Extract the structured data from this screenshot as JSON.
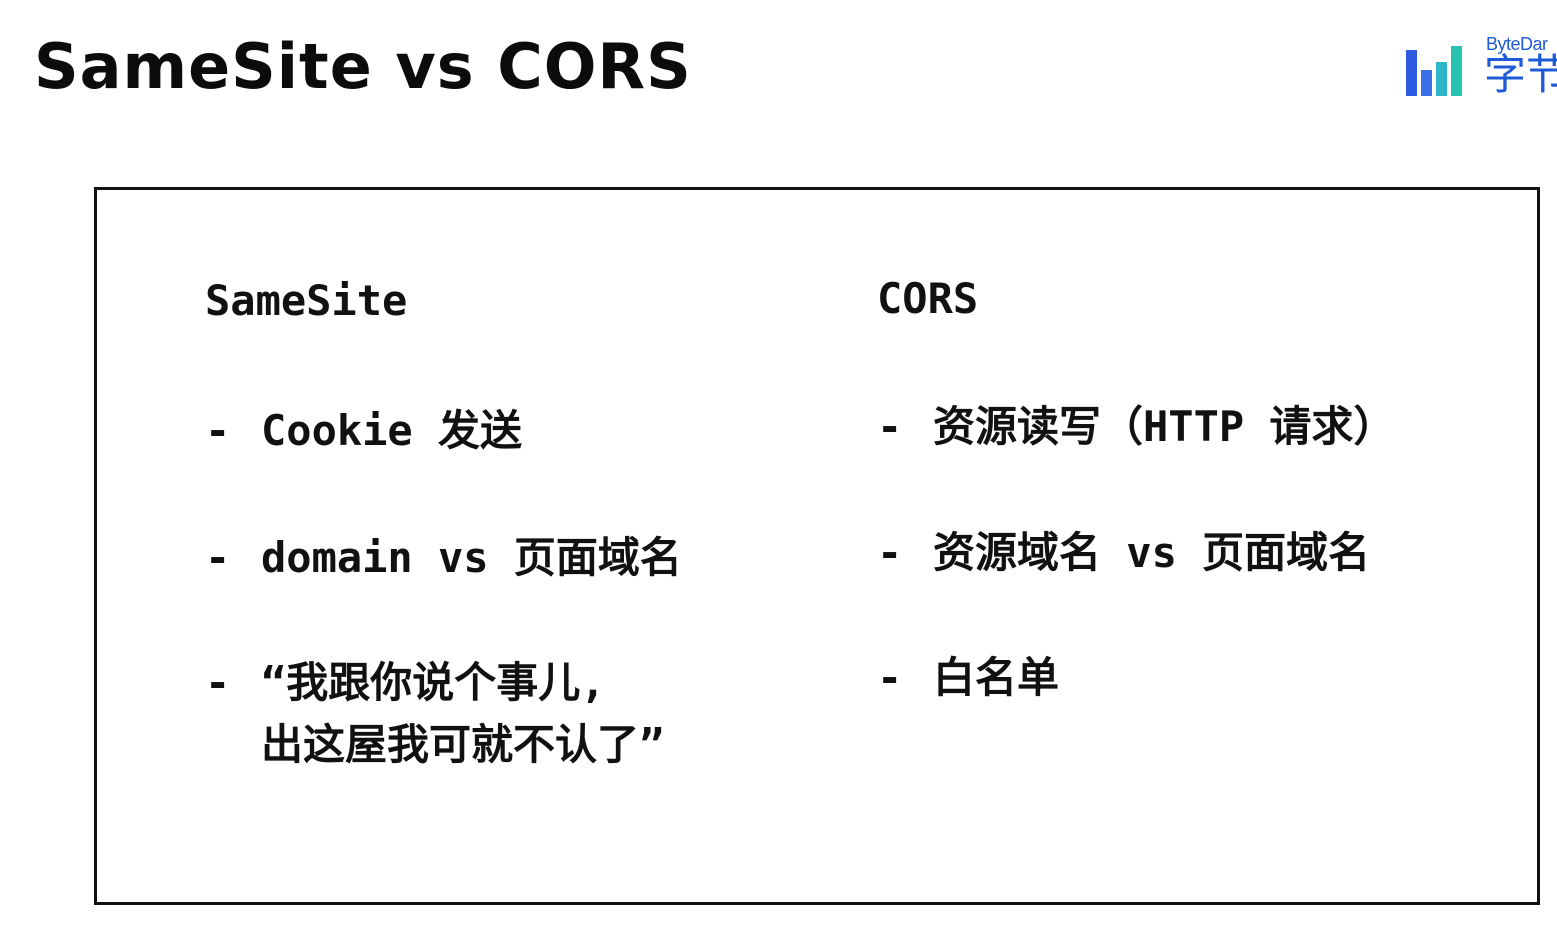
{
  "slide": {
    "title": "SameSite vs CORS"
  },
  "logo": {
    "name_en": "ByteDar",
    "name_cn": "字节",
    "colors": [
      "#2f5be0",
      "#3d6fe6",
      "#2fb6c9",
      "#27c2b0"
    ]
  },
  "comparison": {
    "bullet_marker": "-",
    "left": {
      "heading": "SameSite",
      "items": [
        "Cookie 发送",
        "domain vs 页面域名",
        "“我跟你说个事儿,\n出这屋我可就不认了”"
      ]
    },
    "right": {
      "heading": "CORS",
      "items": [
        "资源读写（HTTP 请求）",
        "资源域名 vs 页面域名",
        "白名单"
      ]
    }
  }
}
